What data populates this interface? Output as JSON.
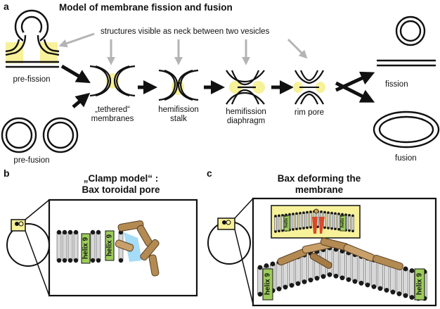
{
  "panel_a": {
    "letter": "a",
    "title": "Model of membrane fission and fusion",
    "note": "structures visible as neck between two vesicles",
    "pre_fission": "pre-fission",
    "pre_fusion": "pre-fusion",
    "tethered_line1": "„tethered“",
    "tethered_line2": "membranes",
    "hemifission_stalk_line1": "hemifission",
    "hemifission_stalk_line2": "stalk",
    "hemifission_diaphragm_line1": "hemifission",
    "hemifission_diaphragm_line2": "diaphragm",
    "rim_pore": "rim pore",
    "fission": "fission",
    "fusion": "fusion"
  },
  "panel_b": {
    "letter": "b",
    "title_line1": "„Clamp model“ :",
    "title_line2": "Bax toroidal pore",
    "helix_left": "helix 9",
    "helix_right": "helix 9"
  },
  "panel_c": {
    "letter": "c",
    "title_line1": "Bax deforming the",
    "title_line2": "membrane",
    "helix_left": "helix 9",
    "helix_right": "helix 9",
    "inset_helix_left": "helix 9",
    "inset_helix_right": "helix 9"
  },
  "colors": {
    "highlight": "#f7f19a",
    "helix": "#9ccc5a",
    "lipid_head": "#1a1a1a",
    "lipid_tail": "#d8d8d8",
    "bax": "#b38a52",
    "pore_glow": "#8fd3f5",
    "arrow_black": "#111111",
    "arrow_gray": "#b4b4b4"
  }
}
